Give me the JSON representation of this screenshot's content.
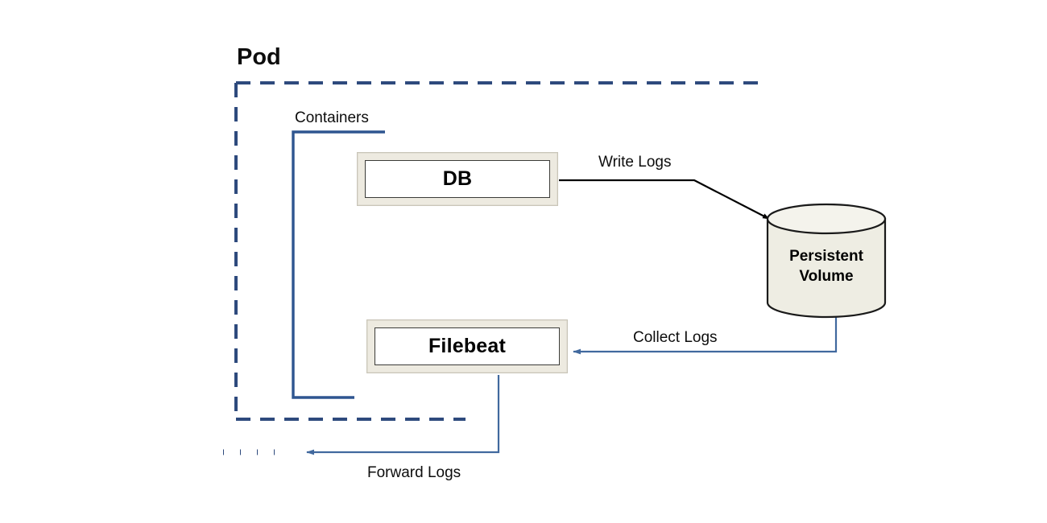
{
  "diagram": {
    "title": "Pod",
    "group_label": "Containers",
    "nodes": {
      "db": "DB",
      "filebeat": "Filebeat",
      "persistent_volume_line1": "Persistent",
      "persistent_volume_line2": "Volume"
    },
    "edges": {
      "write_logs": "Write Logs",
      "collect_logs": "Collect Logs",
      "forward_logs": "Forward Logs"
    },
    "colors": {
      "pod_border": "#2e4a7d",
      "bracket": "#2e5590",
      "arrow_blue": "#41699e",
      "arrow_black": "#000000",
      "box_frame": "#edeae0",
      "box_fill": "#ffffff",
      "cylinder_fill": "#eeede3",
      "cylinder_stroke": "#1a1a1a",
      "text": "#0d0d0d",
      "background": "#ffffff"
    }
  }
}
